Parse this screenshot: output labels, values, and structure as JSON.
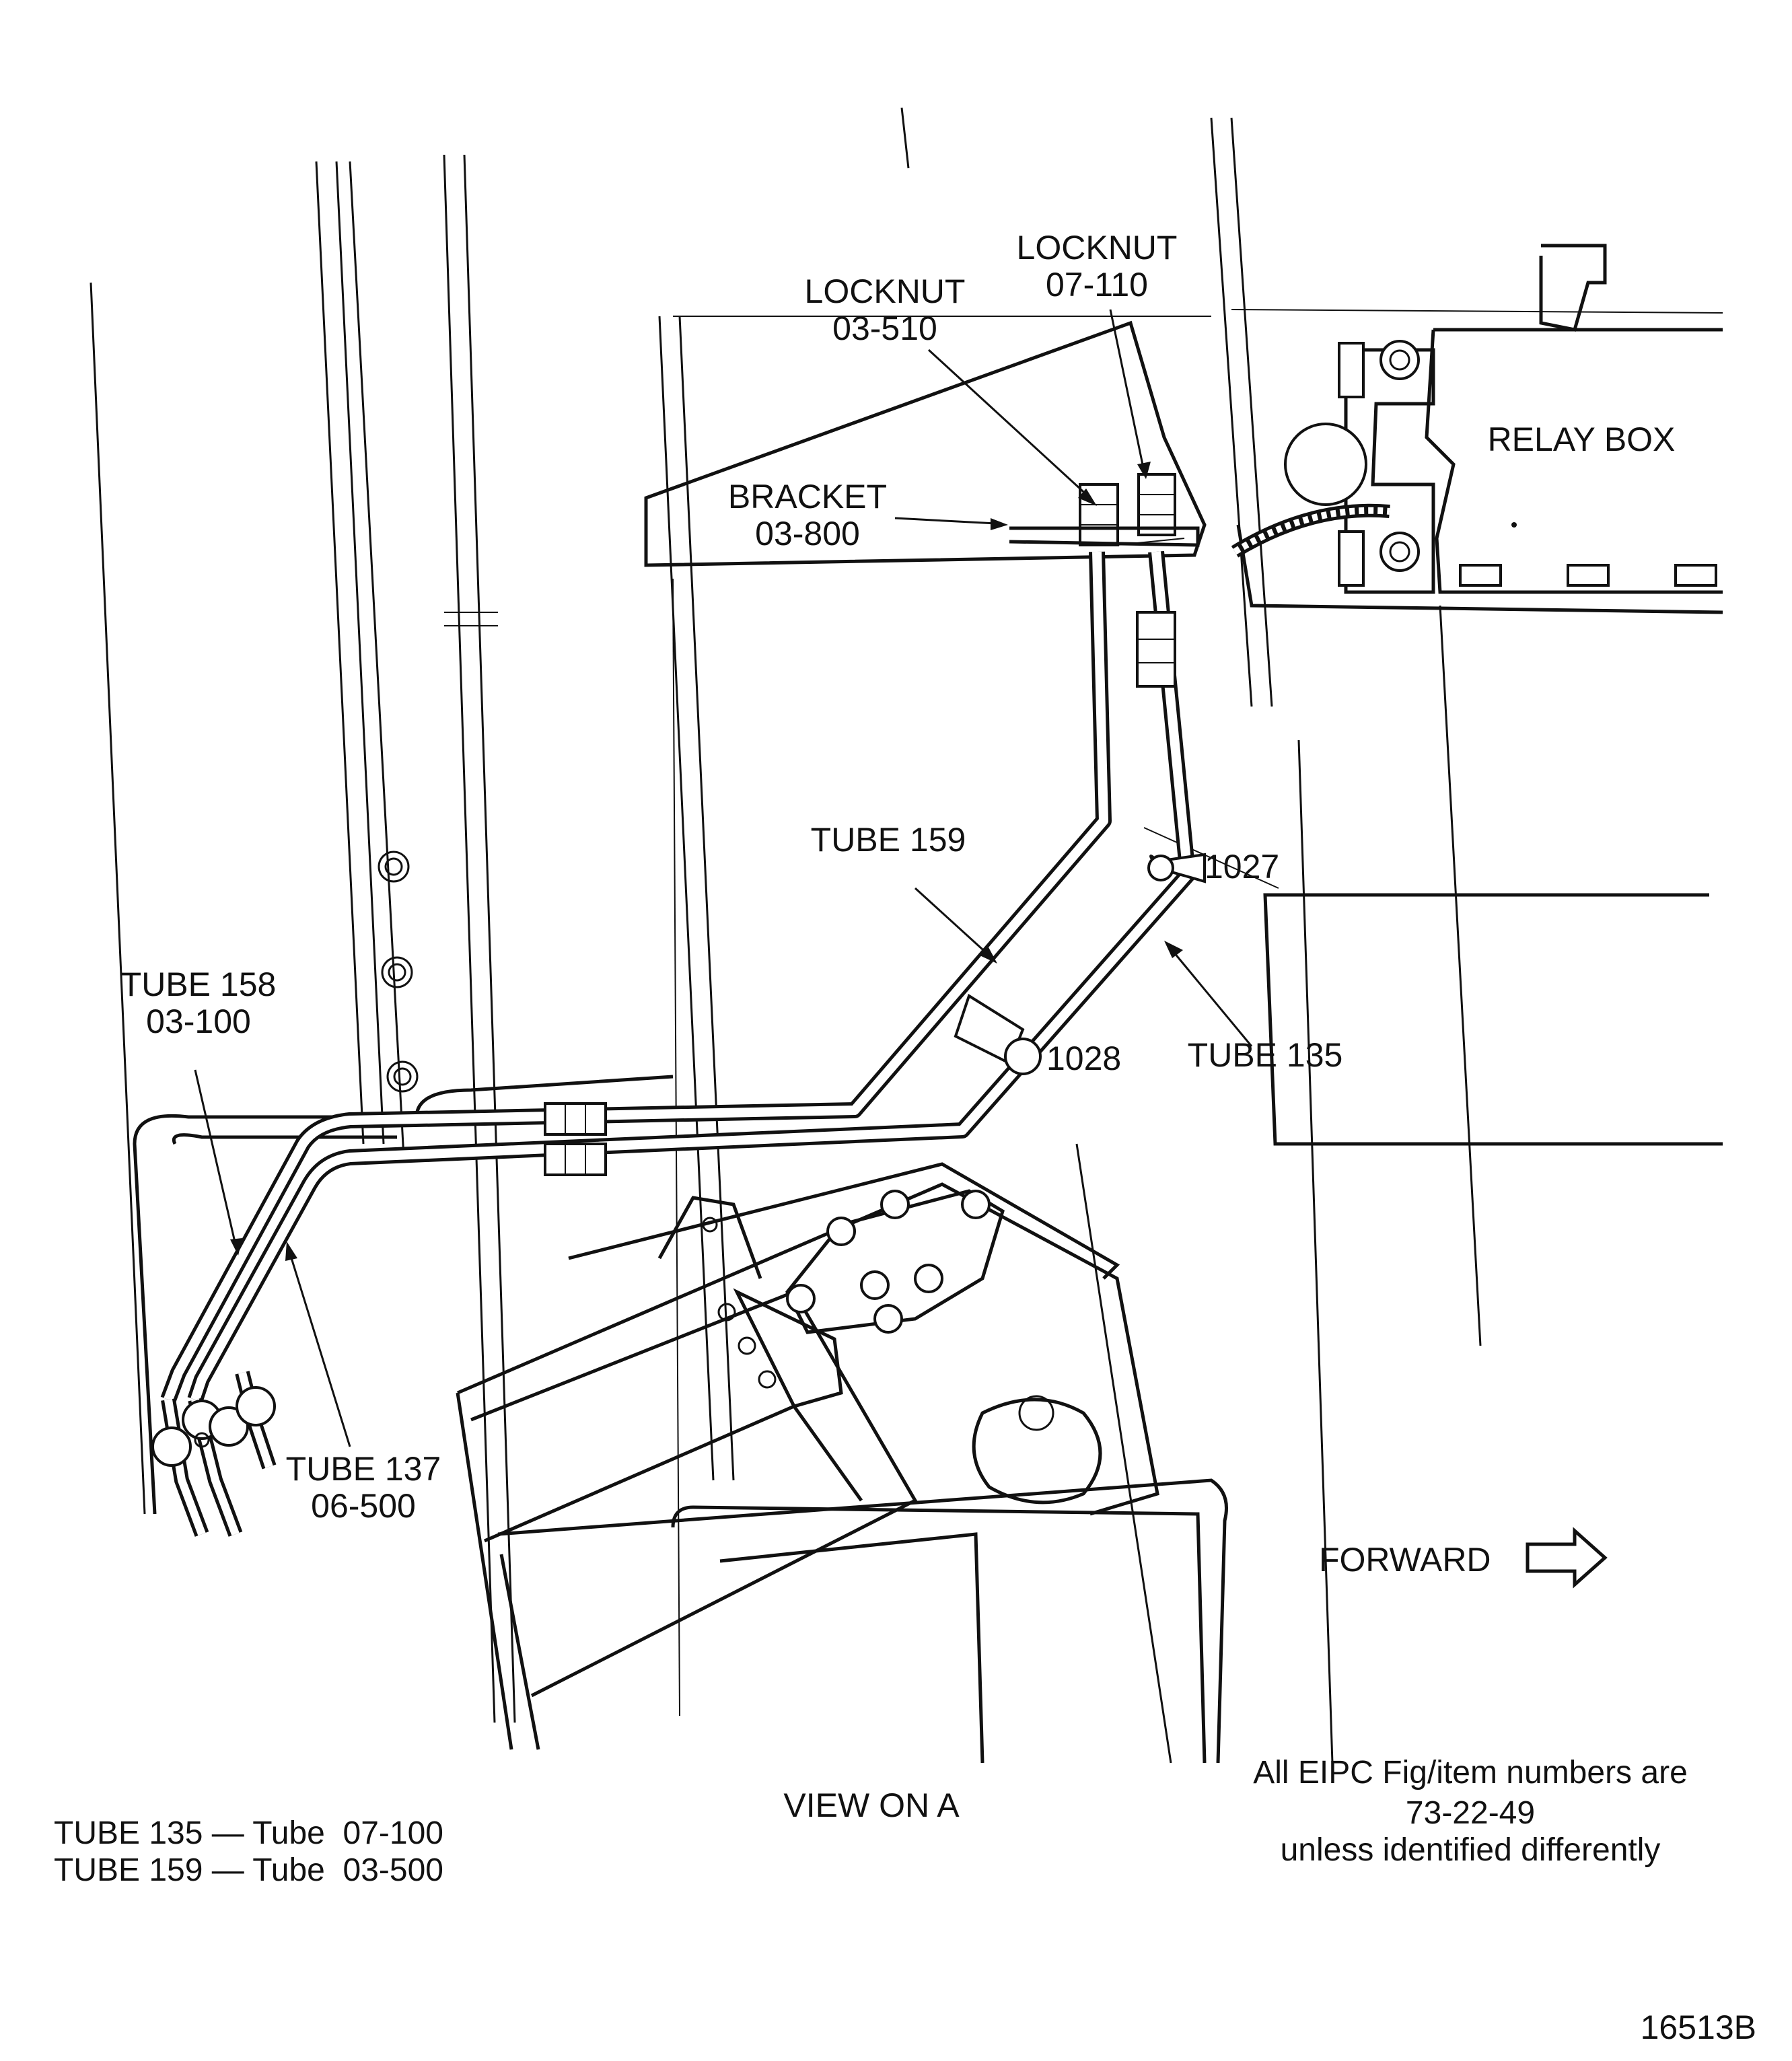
{
  "labels": {
    "locknut_1": {
      "title": "LOCKNUT",
      "ref": "03-510"
    },
    "locknut_2": {
      "title": "LOCKNUT",
      "ref": "07-110"
    },
    "bracket": {
      "title": "BRACKET",
      "ref": "03-800"
    },
    "relay_box": "RELAY BOX",
    "tube_159": "TUBE 159",
    "item_1027": "1027",
    "item_1028": "1028",
    "tube_135": "TUBE 135",
    "tube_158": {
      "title": "TUBE 158",
      "ref": "03-100"
    },
    "tube_137": {
      "title": "TUBE 137",
      "ref": "06-500"
    },
    "forward": "FORWARD",
    "view": "VIEW ON A"
  },
  "notes": {
    "line_1": "All EIPC Fig/item numbers are",
    "line_2": "73-22-49",
    "line_3": "unless identified differently"
  },
  "legend": [
    "TUBE 135 — Tube  07-100",
    "TUBE 159 — Tube  03-500"
  ],
  "figure_number": "16513B"
}
